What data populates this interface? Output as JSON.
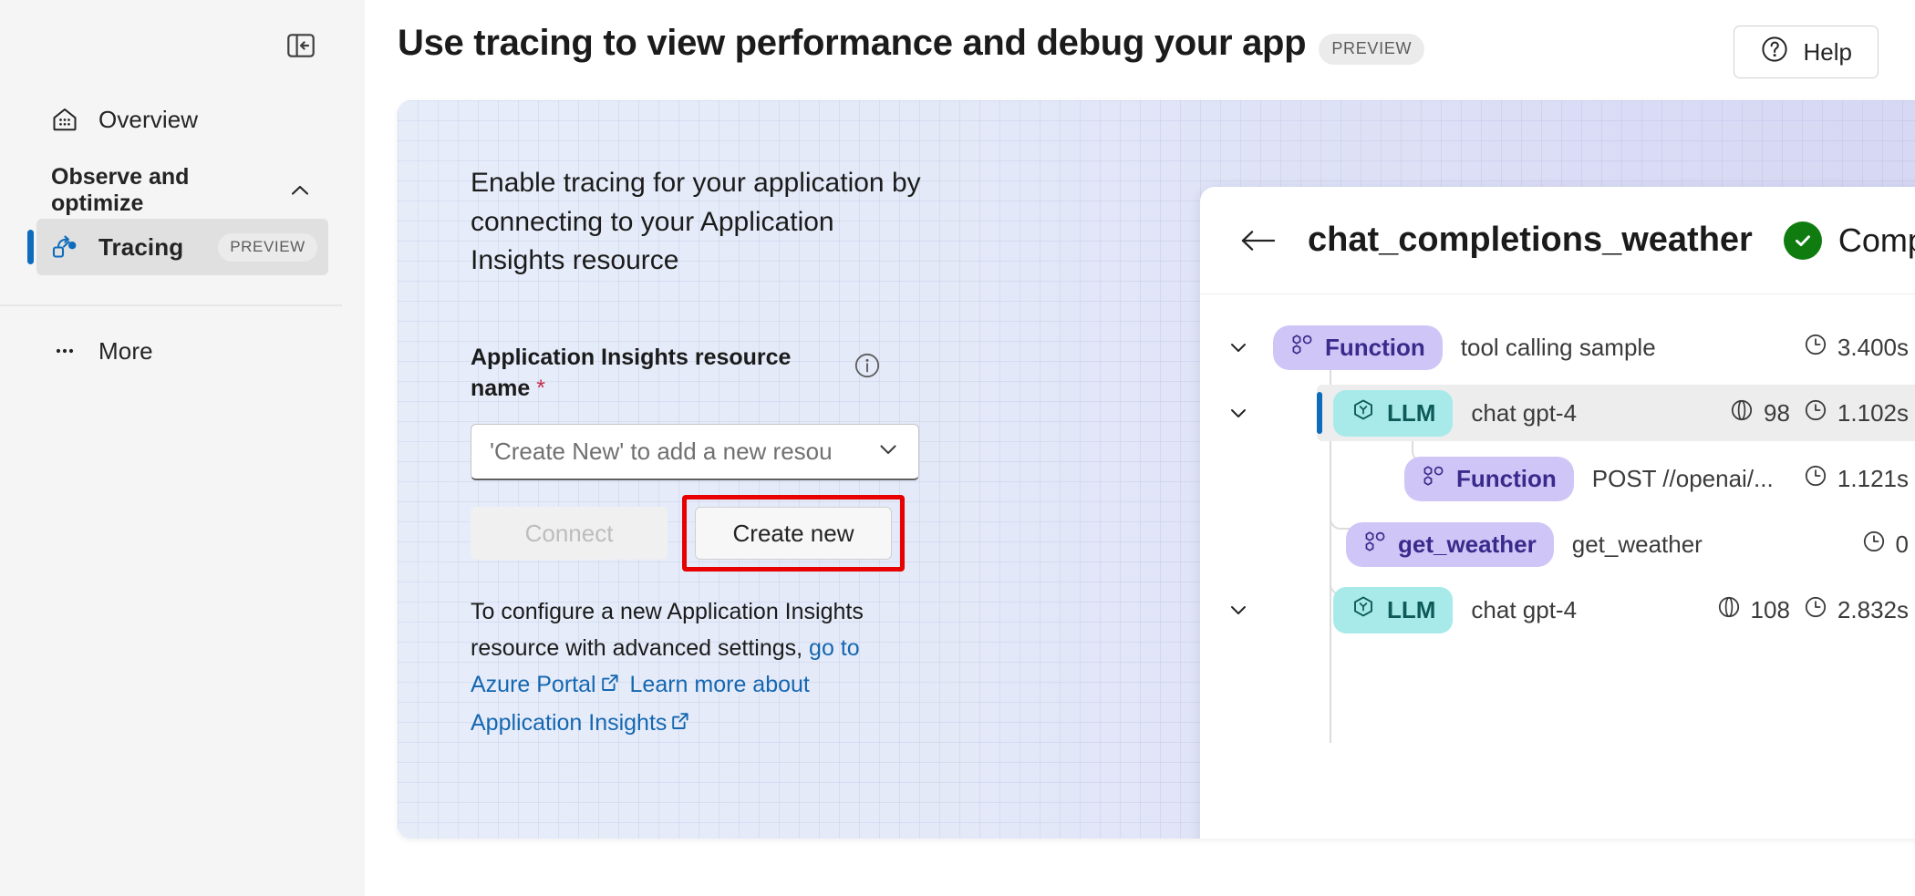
{
  "sidebar": {
    "collapse_icon": "panel-collapse-icon",
    "items": [
      {
        "label": "Overview",
        "icon": "home-icon",
        "selected": false
      }
    ],
    "group": {
      "title": "Observe and optimize",
      "chevron": "chevron-up-icon",
      "items": [
        {
          "label": "Tracing",
          "icon": "tracing-icon",
          "badge": "PREVIEW",
          "selected": true
        }
      ]
    },
    "more": {
      "label": "More",
      "icon": "ellipsis-icon"
    }
  },
  "header": {
    "title": "Use tracing to view performance and debug your app",
    "preview_badge": "PREVIEW",
    "help_label": "Help",
    "help_icon": "question-circle-icon"
  },
  "hero": {
    "lede": "Enable tracing for your application by connecting to your Application Insights resource",
    "field_label": "Application Insights resource name",
    "required_mark": "*",
    "info_icon": "info-icon",
    "select_value": "'Create New' to add a new resou",
    "select_chevron": "chevron-down-icon",
    "connect_label": "Connect",
    "create_new_label": "Create new",
    "note_prefix": "To configure a new Application Insights resource with advanced settings, ",
    "note_link_1": "go to Azure Portal",
    "note_link_2": "Learn more about Application Insights",
    "external_icon": "external-link-icon",
    "highlight_color": "#e80000"
  },
  "trace": {
    "back_icon": "arrow-left-icon",
    "title": "chat_completions_weather",
    "status_text": "Complet",
    "status_icon": "checkmark-circle-icon",
    "status_color": "#107c10",
    "spans": [
      {
        "caret": "chevron-down-icon",
        "kind": "Function",
        "kind_style": "function",
        "name": "tool calling sample",
        "tokens": null,
        "duration": "3.400s",
        "selected": false,
        "depth": 0
      },
      {
        "caret": "chevron-down-icon",
        "kind": "LLM",
        "kind_style": "llm",
        "name": "chat gpt-4",
        "tokens": "98",
        "duration": "1.102s",
        "selected": true,
        "depth": 1
      },
      {
        "caret": null,
        "kind": "Function",
        "kind_style": "function",
        "name": "POST //openai/...",
        "tokens": null,
        "duration": "1.121s",
        "selected": false,
        "depth": 2
      },
      {
        "caret": null,
        "kind": "get_weather",
        "kind_style": "fn-name",
        "name": "get_weather",
        "tokens": null,
        "duration": "0",
        "selected": false,
        "depth": 1
      },
      {
        "caret": "chevron-down-icon",
        "kind": "LLM",
        "kind_style": "llm",
        "name": "chat gpt-4",
        "tokens": "108",
        "duration": "2.832s",
        "selected": false,
        "depth": 1
      }
    ],
    "token_icon": "token-icon",
    "clock_icon": "clock-icon"
  }
}
